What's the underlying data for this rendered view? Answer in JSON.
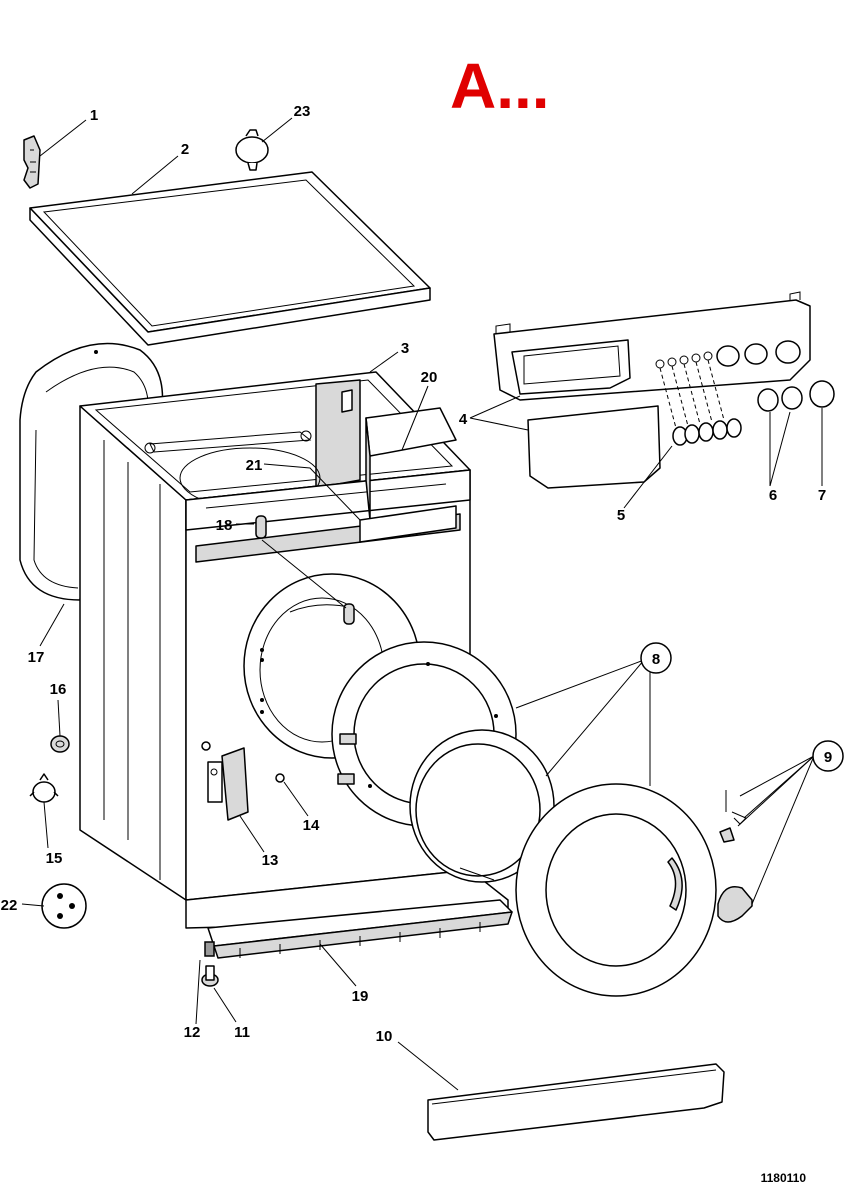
{
  "heading": "A...",
  "heading_color": "#e00000",
  "document_number": "1180110",
  "callouts": {
    "p1": "1",
    "p2": "2",
    "p3": "3",
    "p4": "4",
    "p5": "5",
    "p6": "6",
    "p7": "7",
    "p8": "8",
    "p9": "9",
    "p10": "10",
    "p11": "11",
    "p12": "12",
    "p13": "13",
    "p14": "14",
    "p15": "15",
    "p16": "16",
    "p17": "17",
    "p18": "18",
    "p19": "19",
    "p20": "20",
    "p21": "21",
    "p22": "22",
    "p23": "23"
  }
}
